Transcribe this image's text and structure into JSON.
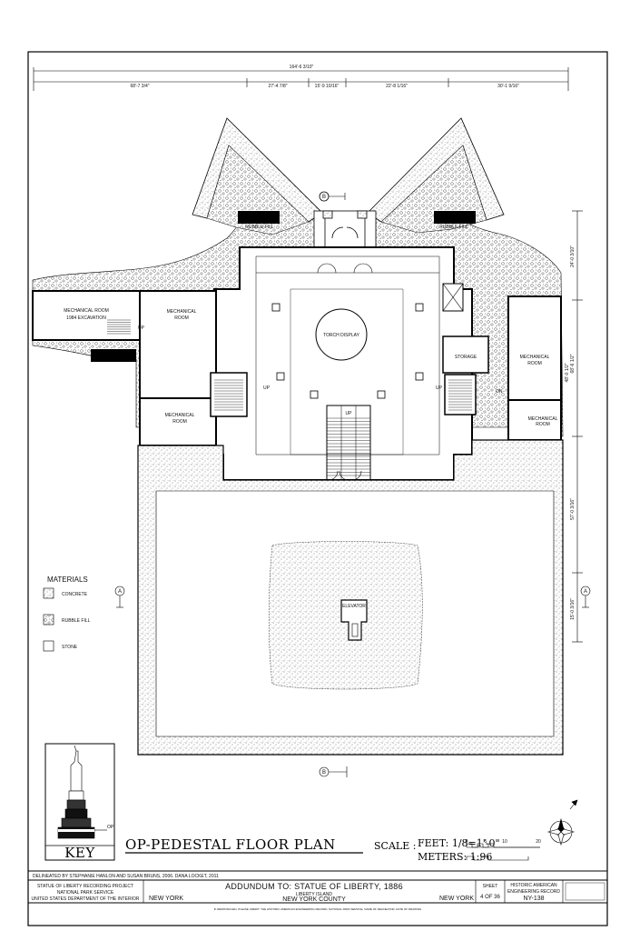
{
  "dimensions": {
    "overall": "164'-6 3/10\"",
    "segments": [
      "68'-7 3/4\"",
      "27'-4 7/8\"",
      "15'-9 10/16\"",
      "22'-8 1/16\"",
      "30'-1 9/16\""
    ],
    "right_side": [
      "24'-0 3/10\"",
      "68'-6 1/2\"",
      "48'-0 1/2\"",
      "57'-0 3/16\"",
      "15'-0 3/16\""
    ]
  },
  "rooms": {
    "mech_excavation": "MECHANICAL ROOM\n1984 EXCAVATION",
    "mech_left_line1": "MECHANICAL",
    "mech_left_line2": "ROOM",
    "mech_left_lower1": "MECHANICAL",
    "mech_left_lower2": "ROOM",
    "torch": "TORCH DISPLAY",
    "storage": "STORAGE",
    "mech_right1": "MECHANICAL",
    "mech_right2": "ROOM",
    "mech_right_lower1": "MECHANICAL",
    "mech_right_lower2": "ROOM",
    "elevator": "ELEVATOR",
    "rubble_left": "RUBBLE FILL",
    "rubble_right": "RUBBLE FILL",
    "up": "UP",
    "on": "ON"
  },
  "section_markers": {
    "a": "A",
    "b": "B"
  },
  "legend": {
    "title": "MATERIALS",
    "items": [
      "CONCRETE",
      "RUBBLE FILL",
      "STONE"
    ]
  },
  "key_label": "KEY",
  "drawing_title": "OP-PEDESTAL FLOOR PLAN",
  "scale": {
    "label": "SCALE :",
    "feet": "FEET: 1/8=1'-0\"",
    "feet_ticks": [
      "0",
      "5",
      "10",
      "20"
    ],
    "meters": "METERS: 1:96"
  },
  "title_block": {
    "delineated": "DELINEATED BY STEPHANIE HANLON AND SUSAN BRUNS, 2006. DANA LOCKET, 2011",
    "org1": "STATUE OF LIBERTY RECORDING PROJECT",
    "org2": "NATIONAL PARK SERVICE",
    "org3": "UNITED STATES DEPARTMENT OF THE INTERIOR",
    "city_left": "NEW YORK",
    "project": "ADDUNDUM TO: STATUE OF LIBERTY, 1886",
    "location": "LIBERTY ISLAND",
    "county": "NEW YORK COUNTY",
    "state": "NEW YORK",
    "sheet_label": "SHEET",
    "sheet_num": "4 OF 36",
    "record1": "HISTORIC AMERICAN",
    "record2": "ENGINEERING RECORD",
    "record_no": "NY-138",
    "footer": "IF REPRODUCED, PLEASE CREDIT: THE HISTORIC AMERICAN ENGINEERING RECORD, NATIONAL PARK SERVICE, NAME OF DELINEATOR, DATE OF DRAWING"
  }
}
